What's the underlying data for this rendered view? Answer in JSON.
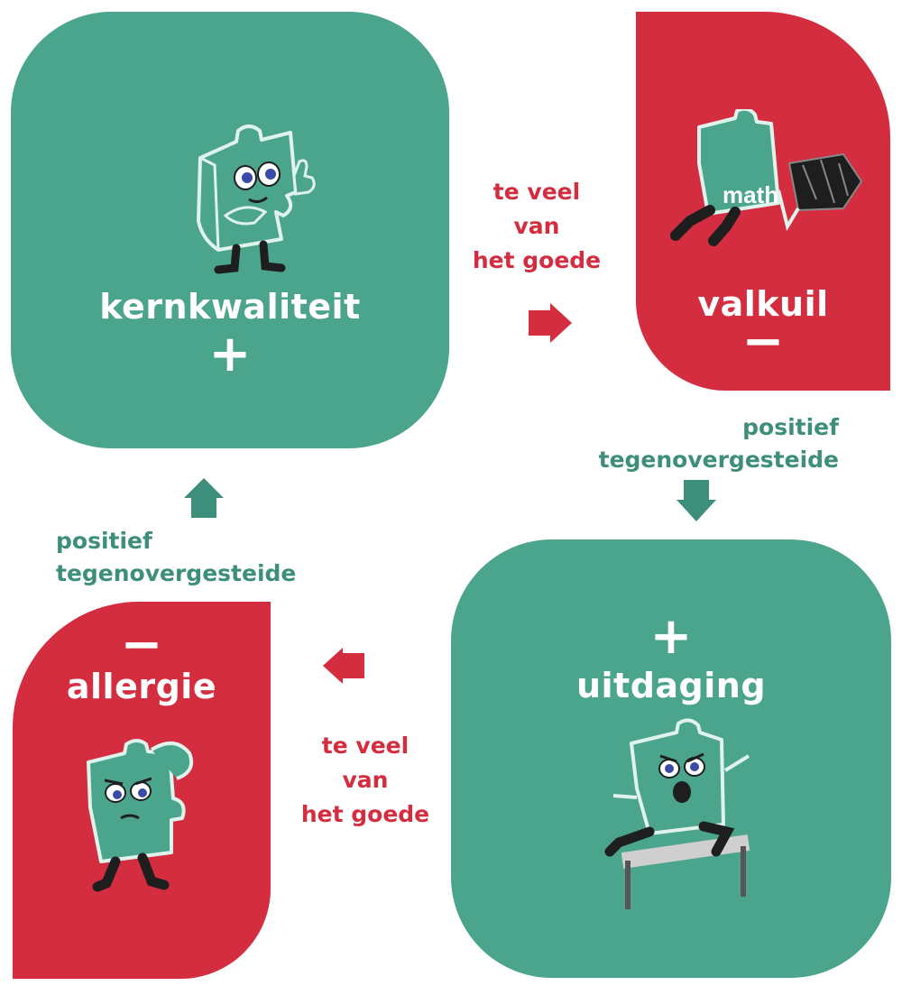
{
  "colors": {
    "green": "#4BA48C",
    "red": "#D42D3F",
    "green_text": "#3E8E7C",
    "dark": "#1e1e1e"
  },
  "quadrants": {
    "kernkwaliteit": {
      "label": "kernkwaliteit",
      "sign": "+"
    },
    "valkuil": {
      "label": "valkuil",
      "sign": "−",
      "book_text": "math"
    },
    "uitdaging": {
      "label": "uitdaging",
      "sign": "+"
    },
    "allergie": {
      "label": "allergie",
      "sign": "−"
    }
  },
  "relations": {
    "top": {
      "lines": [
        "te veel",
        "van",
        "het goede"
      ]
    },
    "right": {
      "lines": [
        "positief",
        "tegenovergesteide"
      ]
    },
    "bottom": {
      "lines": [
        "te veel",
        "van",
        "het goede"
      ]
    },
    "left": {
      "lines": [
        "positief",
        "tegenovergesteide"
      ]
    }
  },
  "icons": {
    "arrow_top": "arrow-right-icon",
    "arrow_right": "arrow-down-icon",
    "arrow_bottom": "arrow-left-icon",
    "arrow_left": "arrow-up-icon"
  }
}
